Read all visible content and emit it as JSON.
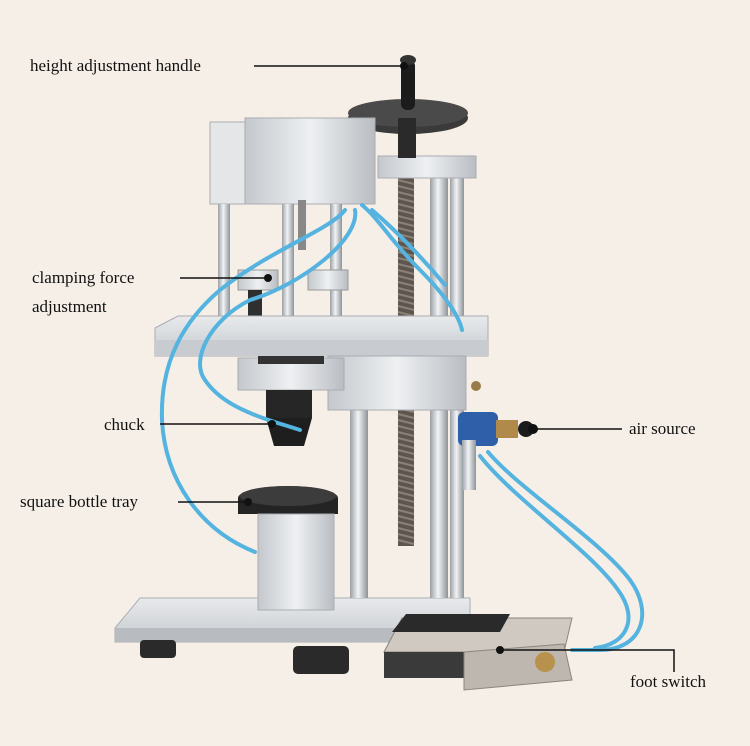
{
  "callouts": {
    "height_adjustment_handle": "height adjustment handle",
    "clamping_force_line1": "clamping force",
    "clamping_force_line2": "adjustment",
    "chuck": "chuck",
    "square_bottle_tray": "square bottle tray",
    "air_source": "air source",
    "foot_switch": "foot switch"
  },
  "colors": {
    "background": "#f6efe7",
    "aluminum": "#d6d9dc",
    "tube": "#55b3e0",
    "dark_part": "#2a2a2a",
    "leader_line": "#111111"
  }
}
